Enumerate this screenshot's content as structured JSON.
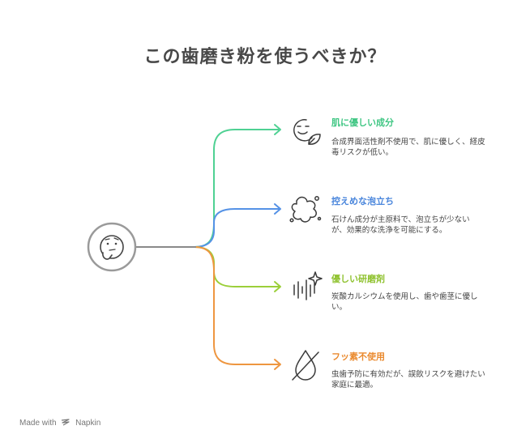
{
  "title": "この歯磨き粉を使うべきか？",
  "colors": {
    "green": "#4fd193",
    "blue": "#5592e6",
    "lime": "#9bcf3a",
    "orange": "#ee9640",
    "gray": "#8a8a8a"
  },
  "items": [
    {
      "title": "肌に優しい成分",
      "desc_line1": "合成界面活性剤不使用で、肌に優しく、経皮",
      "desc_line2": "毒リスクが低い。",
      "icon": "face-leaf-icon"
    },
    {
      "title": "控えめな泡立ち",
      "desc_line1": "石けん成分が主原料で、泡立ちが少ない",
      "desc_line2": "が、効果的な洗浄を可能にする。",
      "icon": "foam-splash-icon"
    },
    {
      "title": "優しい研磨剤",
      "desc_line1": "炭酸カルシウムを使用し、歯や歯茎に優し",
      "desc_line2": "い。",
      "icon": "sparkle-lines-icon"
    },
    {
      "title": "フッ素不使用",
      "desc_line1": "虫歯予防に有効だが、誤飲リスクを避けたい",
      "desc_line2": "家庭に最適。",
      "icon": "drop-slash-icon"
    }
  ],
  "center_icon": "thinking-face-icon",
  "footer": {
    "made_with": "Made with",
    "brand": "Napkin"
  }
}
